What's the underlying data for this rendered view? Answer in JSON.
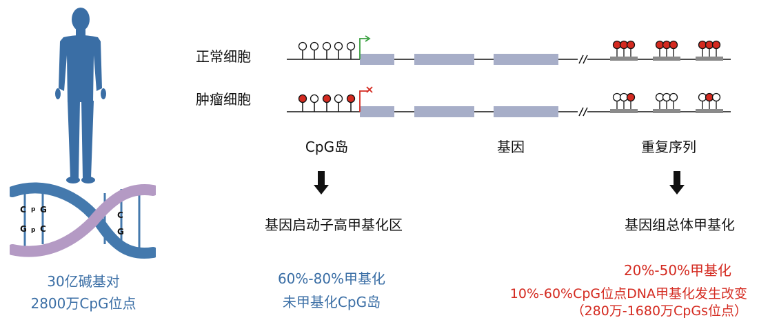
{
  "row_labels": {
    "normal": "正常细胞",
    "tumor": "肿瘤细胞"
  },
  "region_labels": {
    "cpg_island": "CpG岛",
    "gene": "基因",
    "repeat": "重复序列"
  },
  "arrow_labels": {
    "cpg_island": "基因启动子高甲基化区",
    "repeat": "基因组总体甲基化"
  },
  "human": {
    "line1": "30亿碱基对",
    "line2": "2800万CpG位点"
  },
  "cpg_stats": {
    "line1": "60%-80%甲基化",
    "line2": "未甲基化CpG岛"
  },
  "repeat_stats": {
    "line1": "20%-50%甲基化",
    "line2": "10%-60%CpG位点DNA甲基化发生改变",
    "line3": "（280万-1680万CpGs位点）"
  },
  "dna_letters": {
    "c1": "C",
    "p1": "p",
    "g1": "G",
    "g2": "G",
    "p2": "p",
    "c2": "C",
    "c3": "C",
    "g3": "G"
  },
  "colors": {
    "methylated": "#d42a20",
    "unmethylated": "#ffffff",
    "exon": "#a7aec8",
    "repeat_bar": "#8a8a8a",
    "human": "#3a6ea5",
    "dna_blue": "#4479ad",
    "dna_purple": "#b49ac4",
    "promoter_on": "#3aa040",
    "promoter_off": "#d42a20"
  },
  "icons": {
    "human": "human-silhouette-icon",
    "dna": "dna-helix-icon",
    "arrow": "down-arrow-icon",
    "active_promoter": "promoter-arrow-icon",
    "blocked_promoter": "promoter-blocked-icon"
  }
}
